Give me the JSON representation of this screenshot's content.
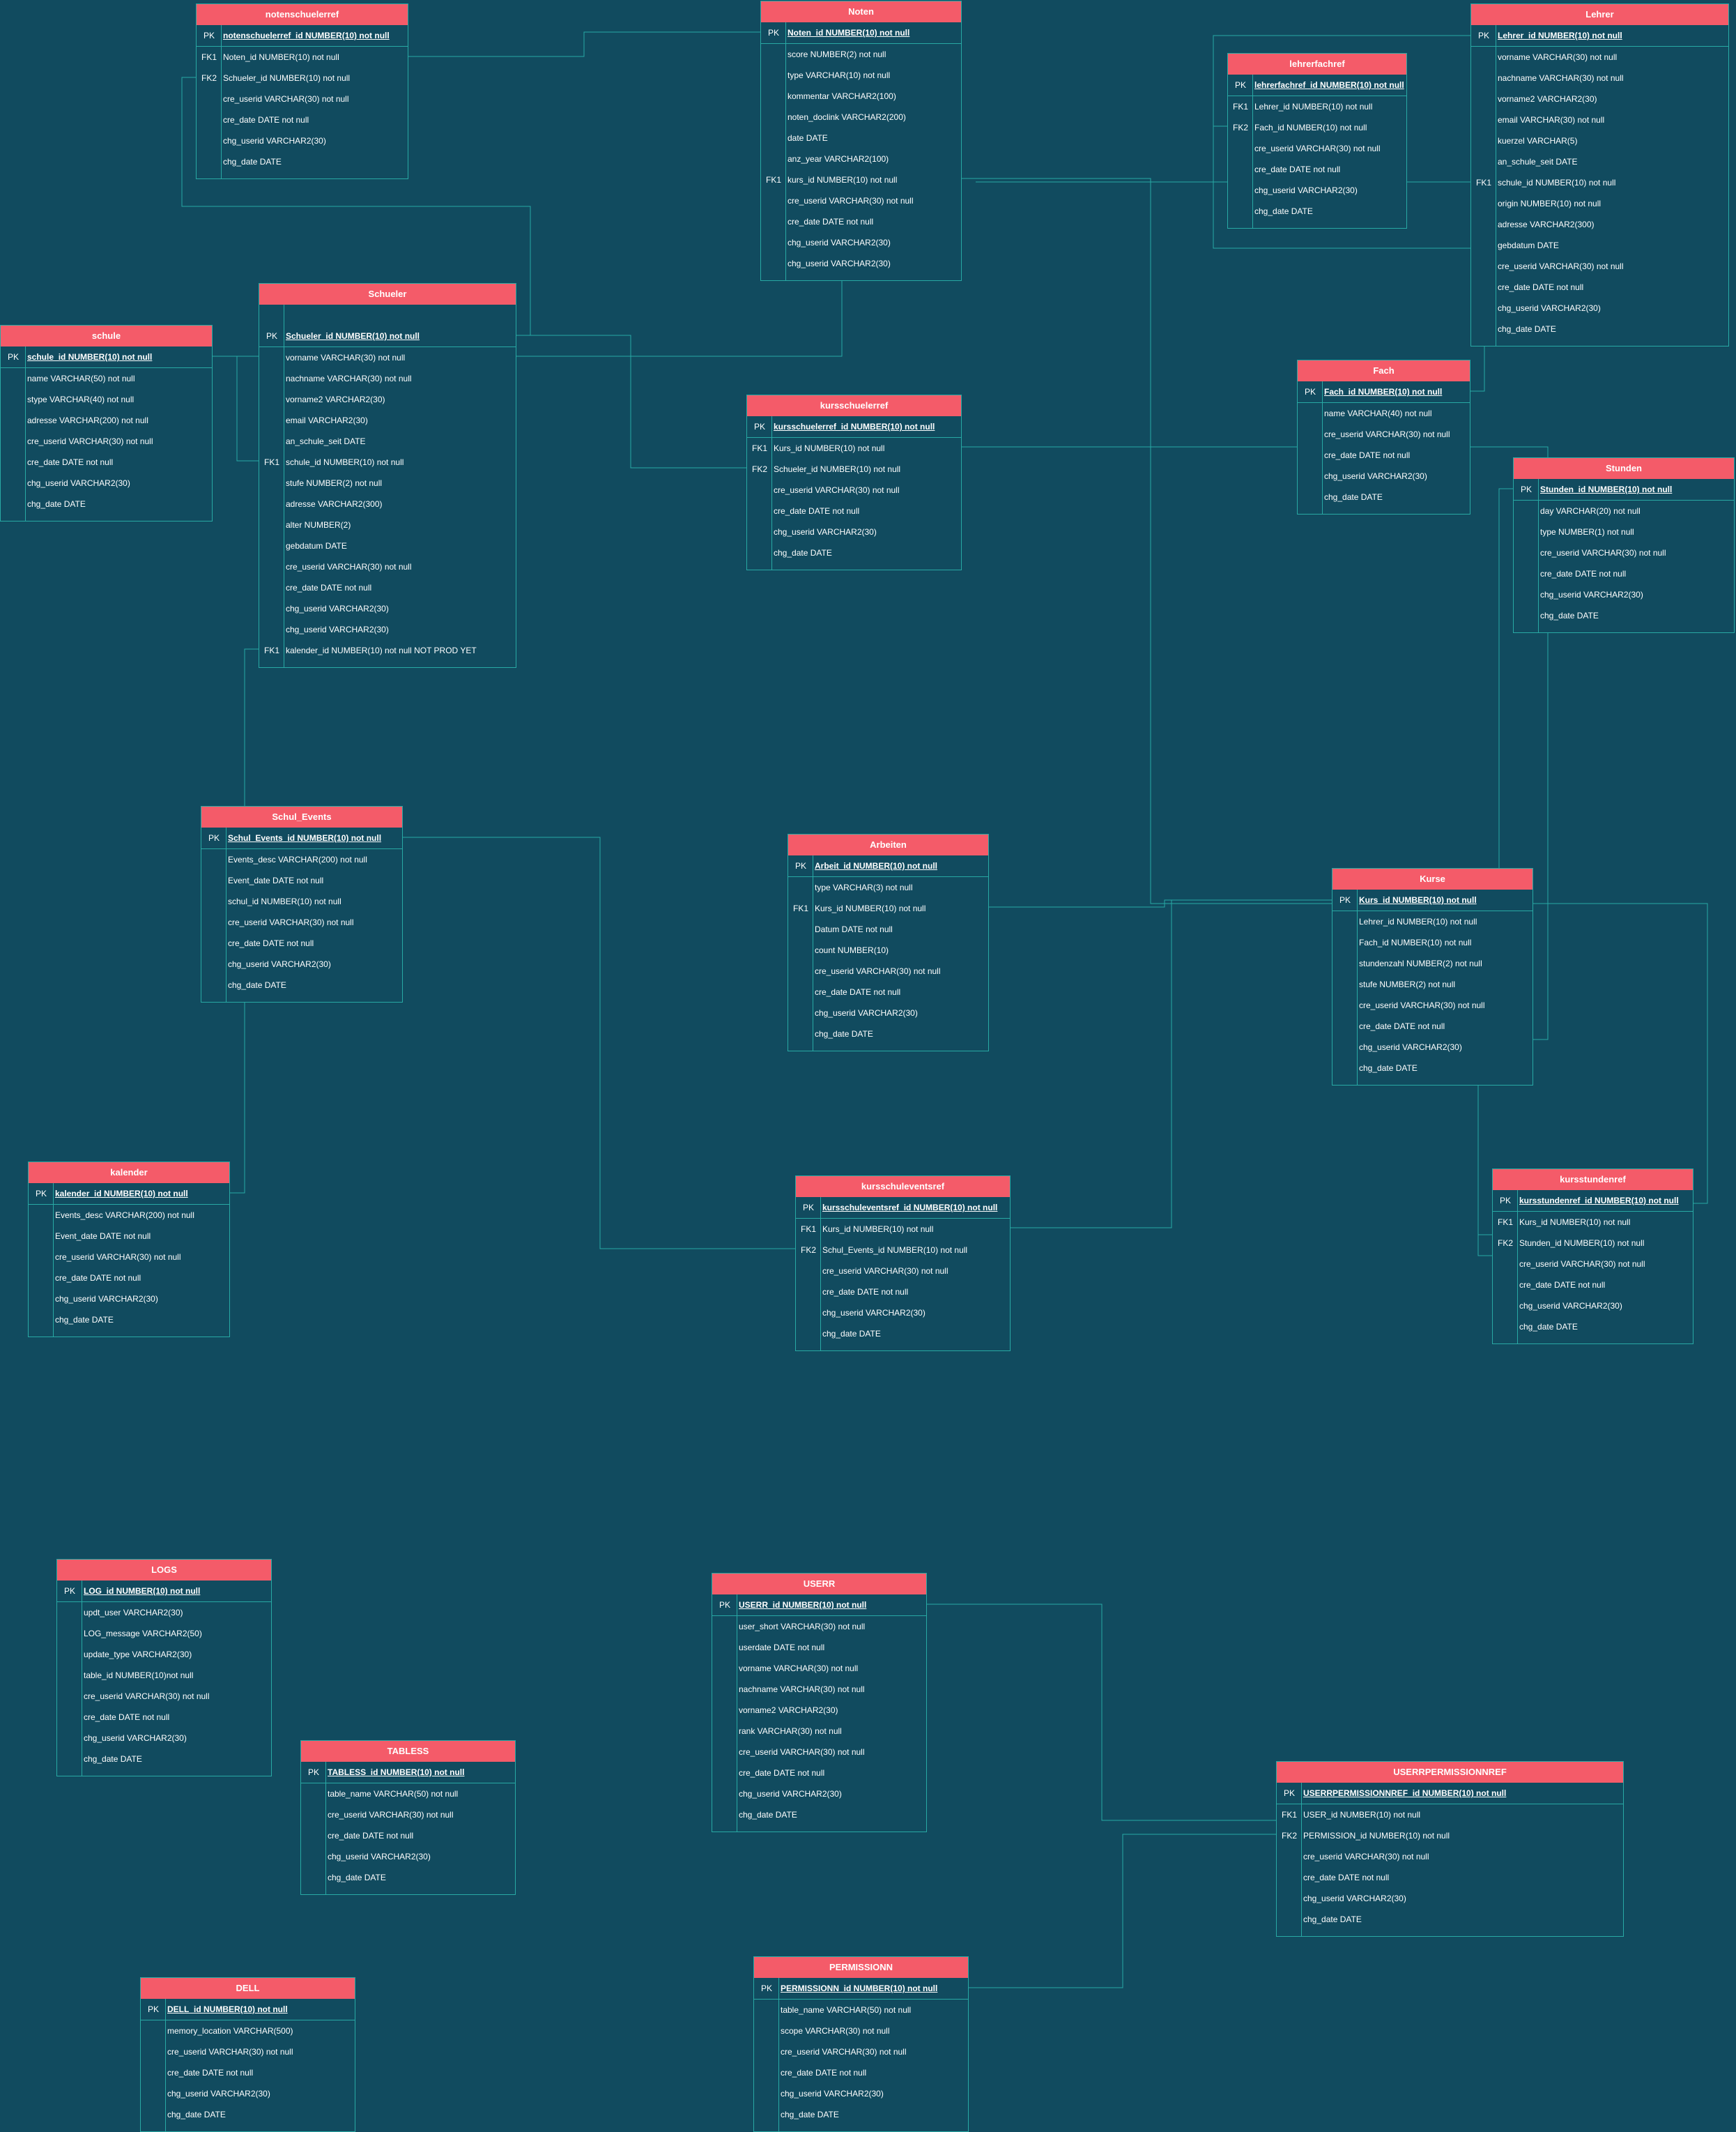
{
  "colors": {
    "background": "#114B5F",
    "header": "#F45B69",
    "border": "#28A9A4",
    "text": "#FFFFFF"
  },
  "tables": [
    {
      "id": "notenschuelerref",
      "title": "notenschuelerref",
      "rows": [
        {
          "key": "PK",
          "text": "notenschuelerref_id NUMBER(10) not null",
          "pk": true
        },
        {
          "key": "FK1",
          "text": "Noten_id NUMBER(10) not null"
        },
        {
          "key": "FK2",
          "text": "Schueler_id NUMBER(10) not null"
        },
        {
          "key": "",
          "text": "cre_userid VARCHAR(30) not null"
        },
        {
          "key": "",
          "text": "cre_date DATE not null"
        },
        {
          "key": "",
          "text": "chg_userid VARCHAR2(30)"
        },
        {
          "key": "",
          "text": "chg_date DATE"
        }
      ]
    },
    {
      "id": "noten",
      "title": "Noten",
      "rows": [
        {
          "key": "PK",
          "text": "Noten_id NUMBER(10) not null",
          "pk": true
        },
        {
          "key": "",
          "text": "score NUMBER(2) not null"
        },
        {
          "key": "",
          "text": "type VARCHAR(10) not null"
        },
        {
          "key": "",
          "text": "kommentar VARCHAR2(100)"
        },
        {
          "key": "",
          "text": "noten_doclink VARCHAR2(200)"
        },
        {
          "key": "",
          "text": "date DATE"
        },
        {
          "key": "",
          "text": "anz_year VARCHAR2(100)"
        },
        {
          "key": "FK1",
          "text": "kurs_id NUMBER(10) not null"
        },
        {
          "key": "",
          "text": "cre_userid VARCHAR(30) not null"
        },
        {
          "key": "",
          "text": "cre_date DATE not null"
        },
        {
          "key": "",
          "text": "chg_userid VARCHAR2(30)"
        },
        {
          "key": "",
          "text": "chg_userid VARCHAR2(30)"
        }
      ]
    },
    {
      "id": "lehrer",
      "title": "Lehrer",
      "rows": [
        {
          "key": "PK",
          "text": "Lehrer_id NUMBER(10) not null",
          "pk": true
        },
        {
          "key": "",
          "text": "vorname VARCHAR(30) not null"
        },
        {
          "key": "",
          "text": "nachname VARCHAR(30) not null"
        },
        {
          "key": "",
          "text": "vorname2 VARCHAR2(30)"
        },
        {
          "key": "",
          "text": "email VARCHAR(30) not null"
        },
        {
          "key": "",
          "text": "kuerzel VARCHAR(5)"
        },
        {
          "key": "",
          "text": "an_schule_seit DATE"
        },
        {
          "key": "FK1",
          "text": "schule_id NUMBER(10) not null"
        },
        {
          "key": "",
          "text": "origin NUMBER(10) not null"
        },
        {
          "key": "",
          "text": "adresse VARCHAR2(300)"
        },
        {
          "key": "",
          "text": "gebdatum DATE"
        },
        {
          "key": "",
          "text": "cre_userid VARCHAR(30) not null"
        },
        {
          "key": "",
          "text": "cre_date DATE not null"
        },
        {
          "key": "",
          "text": "chg_userid VARCHAR2(30)"
        },
        {
          "key": "",
          "text": "chg_date DATE"
        }
      ]
    },
    {
      "id": "lehrerfachref",
      "title": "lehrerfachref",
      "rows": [
        {
          "key": "PK",
          "text": "lehrerfachref_id NUMBER(10) not null",
          "pk": true
        },
        {
          "key": "FK1",
          "text": "Lehrer_id NUMBER(10) not null"
        },
        {
          "key": "FK2",
          "text": "Fach_id NUMBER(10) not null"
        },
        {
          "key": "",
          "text": "cre_userid VARCHAR(30) not null"
        },
        {
          "key": "",
          "text": "cre_date DATE not null"
        },
        {
          "key": "",
          "text": "chg_userid VARCHAR2(30)"
        },
        {
          "key": "",
          "text": "chg_date DATE"
        }
      ]
    },
    {
      "id": "schueler",
      "title": "Schueler",
      "rows": [
        {
          "key": "",
          "text": ""
        },
        {
          "key": "PK",
          "text": "Schueler_id NUMBER(10) not null",
          "pk": true
        },
        {
          "key": "",
          "text": "vorname VARCHAR(30) not null"
        },
        {
          "key": "",
          "text": "nachname VARCHAR(30) not null"
        },
        {
          "key": "",
          "text": "vorname2 VARCHAR2(30)"
        },
        {
          "key": "",
          "text": "email VARCHAR2(30)"
        },
        {
          "key": "",
          "text": "an_schule_seit DATE"
        },
        {
          "key": "FK1",
          "text": "schule_id NUMBER(10) not null"
        },
        {
          "key": "",
          "text": "stufe NUMBER(2) not null"
        },
        {
          "key": "",
          "text": "adresse VARCHAR2(300)"
        },
        {
          "key": "",
          "text": "alter NUMBER(2)"
        },
        {
          "key": "",
          "text": "gebdatum DATE"
        },
        {
          "key": "",
          "text": "cre_userid VARCHAR(30) not null"
        },
        {
          "key": "",
          "text": "cre_date DATE not null"
        },
        {
          "key": "",
          "text": "chg_userid VARCHAR2(30)"
        },
        {
          "key": "",
          "text": "chg_userid VARCHAR2(30)"
        },
        {
          "key": "FK1",
          "text": "kalender_id NUMBER(10) not null NOT PROD YET"
        }
      ]
    },
    {
      "id": "schule",
      "title": "schule",
      "rows": [
        {
          "key": "PK",
          "text": "schule_id NUMBER(10) not null",
          "pk": true
        },
        {
          "key": "",
          "text": "name VARCHAR(50) not null"
        },
        {
          "key": "",
          "text": "stype VARCHAR(40) not null"
        },
        {
          "key": "",
          "text": "adresse VARCHAR(200) not null"
        },
        {
          "key": "",
          "text": "cre_userid VARCHAR(30) not null"
        },
        {
          "key": "",
          "text": "cre_date DATE not null"
        },
        {
          "key": "",
          "text": "chg_userid VARCHAR2(30)"
        },
        {
          "key": "",
          "text": "chg_date DATE"
        }
      ]
    },
    {
      "id": "fach",
      "title": "Fach",
      "rows": [
        {
          "key": "PK",
          "text": "Fach_id NUMBER(10) not null",
          "pk": true
        },
        {
          "key": "",
          "text": "name VARCHAR(40) not null"
        },
        {
          "key": "",
          "text": "cre_userid VARCHAR(30) not null"
        },
        {
          "key": "",
          "text": "cre_date DATE not null"
        },
        {
          "key": "",
          "text": "chg_userid VARCHAR2(30)"
        },
        {
          "key": "",
          "text": "chg_date DATE"
        }
      ]
    },
    {
      "id": "kursschuelerref",
      "title": "kursschuelerref",
      "rows": [
        {
          "key": "PK",
          "text": "kursschuelerref_id NUMBER(10) not null",
          "pk": true
        },
        {
          "key": "FK1",
          "text": "Kurs_id NUMBER(10) not null"
        },
        {
          "key": "FK2",
          "text": "Schueler_id NUMBER(10) not null"
        },
        {
          "key": "",
          "text": "cre_userid VARCHAR(30) not null"
        },
        {
          "key": "",
          "text": "cre_date DATE not null"
        },
        {
          "key": "",
          "text": "chg_userid VARCHAR2(30)"
        },
        {
          "key": "",
          "text": "chg_date DATE"
        }
      ]
    },
    {
      "id": "stunden",
      "title": "Stunden",
      "rows": [
        {
          "key": "PK",
          "text": "Stunden_id NUMBER(10) not null",
          "pk": true
        },
        {
          "key": "",
          "text": "day VARCHAR(20) not null"
        },
        {
          "key": "",
          "text": "type NUMBER(1) not null"
        },
        {
          "key": "",
          "text": "cre_userid VARCHAR(30) not null"
        },
        {
          "key": "",
          "text": "cre_date DATE not null"
        },
        {
          "key": "",
          "text": "chg_userid VARCHAR2(30)"
        },
        {
          "key": "",
          "text": "chg_date DATE"
        }
      ]
    },
    {
      "id": "schul_events",
      "title": "Schul_Events",
      "rows": [
        {
          "key": "PK",
          "text": "Schul_Events_id NUMBER(10) not null",
          "pk": true
        },
        {
          "key": "",
          "text": "Events_desc VARCHAR(200) not null"
        },
        {
          "key": "",
          "text": "Event_date DATE not null"
        },
        {
          "key": "",
          "text": "schul_id NUMBER(10) not null"
        },
        {
          "key": "",
          "text": "cre_userid VARCHAR(30) not null"
        },
        {
          "key": "",
          "text": "cre_date DATE not null"
        },
        {
          "key": "",
          "text": "chg_userid VARCHAR2(30)"
        },
        {
          "key": "",
          "text": "chg_date DATE"
        }
      ]
    },
    {
      "id": "arbeiten",
      "title": "Arbeiten",
      "rows": [
        {
          "key": "PK",
          "text": "Arbeit_id NUMBER(10) not null",
          "pk": true
        },
        {
          "key": "",
          "text": "type VARCHAR(3) not null"
        },
        {
          "key": "FK1",
          "text": "Kurs_id NUMBER(10) not null"
        },
        {
          "key": "",
          "text": "Datum DATE not null"
        },
        {
          "key": "",
          "text": "count NUMBER(10)"
        },
        {
          "key": "",
          "text": "cre_userid VARCHAR(30) not null"
        },
        {
          "key": "",
          "text": "cre_date DATE not null"
        },
        {
          "key": "",
          "text": "chg_userid VARCHAR2(30)"
        },
        {
          "key": "",
          "text": "chg_date DATE"
        }
      ]
    },
    {
      "id": "kurse",
      "title": "Kurse",
      "rows": [
        {
          "key": "PK",
          "text": "Kurs_id NUMBER(10) not null",
          "pk": true
        },
        {
          "key": "",
          "text": "Lehrer_id NUMBER(10) not null"
        },
        {
          "key": "",
          "text": "Fach_id NUMBER(10) not null"
        },
        {
          "key": "",
          "text": "stundenzahl NUMBER(2) not null"
        },
        {
          "key": "",
          "text": "stufe NUMBER(2) not null"
        },
        {
          "key": "",
          "text": "cre_userid VARCHAR(30) not null"
        },
        {
          "key": "",
          "text": "cre_date DATE not null"
        },
        {
          "key": "",
          "text": "chg_userid VARCHAR2(30)"
        },
        {
          "key": "",
          "text": "chg_date DATE"
        }
      ]
    },
    {
      "id": "kalender",
      "title": "kalender",
      "rows": [
        {
          "key": "PK",
          "text": "kalender_id NUMBER(10) not null",
          "pk": true
        },
        {
          "key": "",
          "text": "Events_desc VARCHAR(200) not null"
        },
        {
          "key": "",
          "text": "Event_date DATE not null"
        },
        {
          "key": "",
          "text": "cre_userid VARCHAR(30) not null"
        },
        {
          "key": "",
          "text": "cre_date DATE not null"
        },
        {
          "key": "",
          "text": "chg_userid VARCHAR2(30)"
        },
        {
          "key": "",
          "text": "chg_date DATE"
        }
      ]
    },
    {
      "id": "kursschuleventsref",
      "title": "kursschuleventsref",
      "rows": [
        {
          "key": "PK",
          "text": "kursschuleventsref_id NUMBER(10) not null",
          "pk": true
        },
        {
          "key": "FK1",
          "text": "Kurs_id NUMBER(10) not null"
        },
        {
          "key": "FK2",
          "text": "Schul_Events_id NUMBER(10) not null"
        },
        {
          "key": "",
          "text": "cre_userid VARCHAR(30) not null"
        },
        {
          "key": "",
          "text": "cre_date DATE not null"
        },
        {
          "key": "",
          "text": "chg_userid VARCHAR2(30)"
        },
        {
          "key": "",
          "text": "chg_date DATE"
        }
      ]
    },
    {
      "id": "kursstundenref",
      "title": "kursstundenref",
      "rows": [
        {
          "key": "PK",
          "text": "kursstundenref_id NUMBER(10) not null",
          "pk": true
        },
        {
          "key": "FK1",
          "text": "Kurs_id NUMBER(10) not null"
        },
        {
          "key": "FK2",
          "text": "Stunden_id NUMBER(10) not null"
        },
        {
          "key": "",
          "text": "cre_userid VARCHAR(30) not null"
        },
        {
          "key": "",
          "text": "cre_date DATE not null"
        },
        {
          "key": "",
          "text": "chg_userid VARCHAR2(30)"
        },
        {
          "key": "",
          "text": "chg_date DATE"
        }
      ]
    },
    {
      "id": "logs",
      "title": "LOGS",
      "rows": [
        {
          "key": "PK",
          "text": "LOG_id NUMBER(10) not null",
          "pk": true
        },
        {
          "key": "",
          "text": "updt_user VARCHAR2(30)"
        },
        {
          "key": "",
          "text": "LOG_message VARCHAR2(50)"
        },
        {
          "key": "",
          "text": "update_type VARCHAR2(30)"
        },
        {
          "key": "",
          "text": "table_id NUMBER(10)not null"
        },
        {
          "key": "",
          "text": "cre_userid VARCHAR(30) not null"
        },
        {
          "key": "",
          "text": "cre_date DATE not null"
        },
        {
          "key": "",
          "text": "chg_userid VARCHAR2(30)"
        },
        {
          "key": "",
          "text": "chg_date DATE"
        }
      ]
    },
    {
      "id": "userr",
      "title": "USERR",
      "rows": [
        {
          "key": "PK",
          "text": "USERR_id NUMBER(10) not null",
          "pk": true
        },
        {
          "key": "",
          "text": "user_short VARCHAR(30) not null"
        },
        {
          "key": "",
          "text": "userdate DATE not null"
        },
        {
          "key": "",
          "text": "vorname VARCHAR(30) not null"
        },
        {
          "key": "",
          "text": "nachname VARCHAR(30) not null"
        },
        {
          "key": "",
          "text": "vorname2 VARCHAR2(30)"
        },
        {
          "key": "",
          "text": "rank VARCHAR(30) not null"
        },
        {
          "key": "",
          "text": "cre_userid VARCHAR(30) not null"
        },
        {
          "key": "",
          "text": "cre_date DATE not null"
        },
        {
          "key": "",
          "text": "chg_userid VARCHAR2(30)"
        },
        {
          "key": "",
          "text": "chg_date DATE"
        }
      ]
    },
    {
      "id": "tabless",
      "title": "TABLESS",
      "rows": [
        {
          "key": "PK",
          "text": "TABLESS_id NUMBER(10) not null",
          "pk": true
        },
        {
          "key": "",
          "text": "table_name VARCHAR(50) not null"
        },
        {
          "key": "",
          "text": "cre_userid VARCHAR(30) not null"
        },
        {
          "key": "",
          "text": "cre_date DATE not null"
        },
        {
          "key": "",
          "text": "chg_userid VARCHAR2(30)"
        },
        {
          "key": "",
          "text": "chg_date DATE"
        }
      ]
    },
    {
      "id": "userrpermissionnref",
      "title": "USERRPERMISSIONNREF",
      "rows": [
        {
          "key": "PK",
          "text": "USERRPERMISSIONNREF_id NUMBER(10) not null",
          "pk": true
        },
        {
          "key": "FK1",
          "text": "USER_id NUMBER(10) not null"
        },
        {
          "key": "FK2",
          "text": "PERMISSION_id NUMBER(10) not null"
        },
        {
          "key": "",
          "text": "cre_userid VARCHAR(30) not null"
        },
        {
          "key": "",
          "text": "cre_date DATE not null"
        },
        {
          "key": "",
          "text": "chg_userid VARCHAR2(30)"
        },
        {
          "key": "",
          "text": "chg_date DATE"
        }
      ]
    },
    {
      "id": "dell",
      "title": "DELL",
      "rows": [
        {
          "key": "PK",
          "text": "DELL_id NUMBER(10) not null",
          "pk": true
        },
        {
          "key": "",
          "text": "memory_location VARCHAR(500)"
        },
        {
          "key": "",
          "text": "cre_userid VARCHAR(30) not null"
        },
        {
          "key": "",
          "text": "cre_date DATE not null"
        },
        {
          "key": "",
          "text": "chg_userid VARCHAR2(30)"
        },
        {
          "key": "",
          "text": "chg_date DATE"
        }
      ]
    },
    {
      "id": "permissionn",
      "title": "PERMISSIONN",
      "rows": [
        {
          "key": "PK",
          "text": "PERMISSIONN_id NUMBER(10) not null",
          "pk": true
        },
        {
          "key": "",
          "text": "table_name VARCHAR(50) not null"
        },
        {
          "key": "",
          "text": "scope VARCHAR(30) not null"
        },
        {
          "key": "",
          "text": "cre_userid VARCHAR(30) not null"
        },
        {
          "key": "",
          "text": "cre_date DATE not null"
        },
        {
          "key": "",
          "text": "chg_userid VARCHAR2(30)"
        },
        {
          "key": "",
          "text": "chg_date DATE"
        }
      ]
    }
  ]
}
